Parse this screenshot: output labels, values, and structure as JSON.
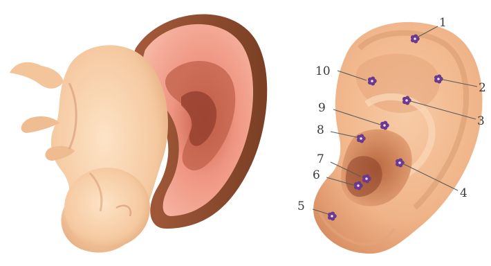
{
  "colors": {
    "fetus_skin": "#f5c9a0",
    "fetus_shadow": "#e2a57a",
    "ear_outer": "#8a4a2e",
    "ear_inner": "#f19a85",
    "ear_deep": "#b8553f",
    "right_ear_skin": "#f2b88f",
    "right_ear_shadow": "#c97a55",
    "point_flower": "#6a3a8c",
    "label_text": "#3a3a3a"
  },
  "diagram": {
    "left_illustration": {
      "fetus": "fetus-shape",
      "ear": "ear-shape"
    },
    "points": [
      {
        "number": "1"
      },
      {
        "number": "2"
      },
      {
        "number": "3"
      },
      {
        "number": "4"
      },
      {
        "number": "5"
      },
      {
        "number": "6"
      },
      {
        "number": "7"
      },
      {
        "number": "8"
      },
      {
        "number": "9"
      },
      {
        "number": "10"
      }
    ]
  }
}
